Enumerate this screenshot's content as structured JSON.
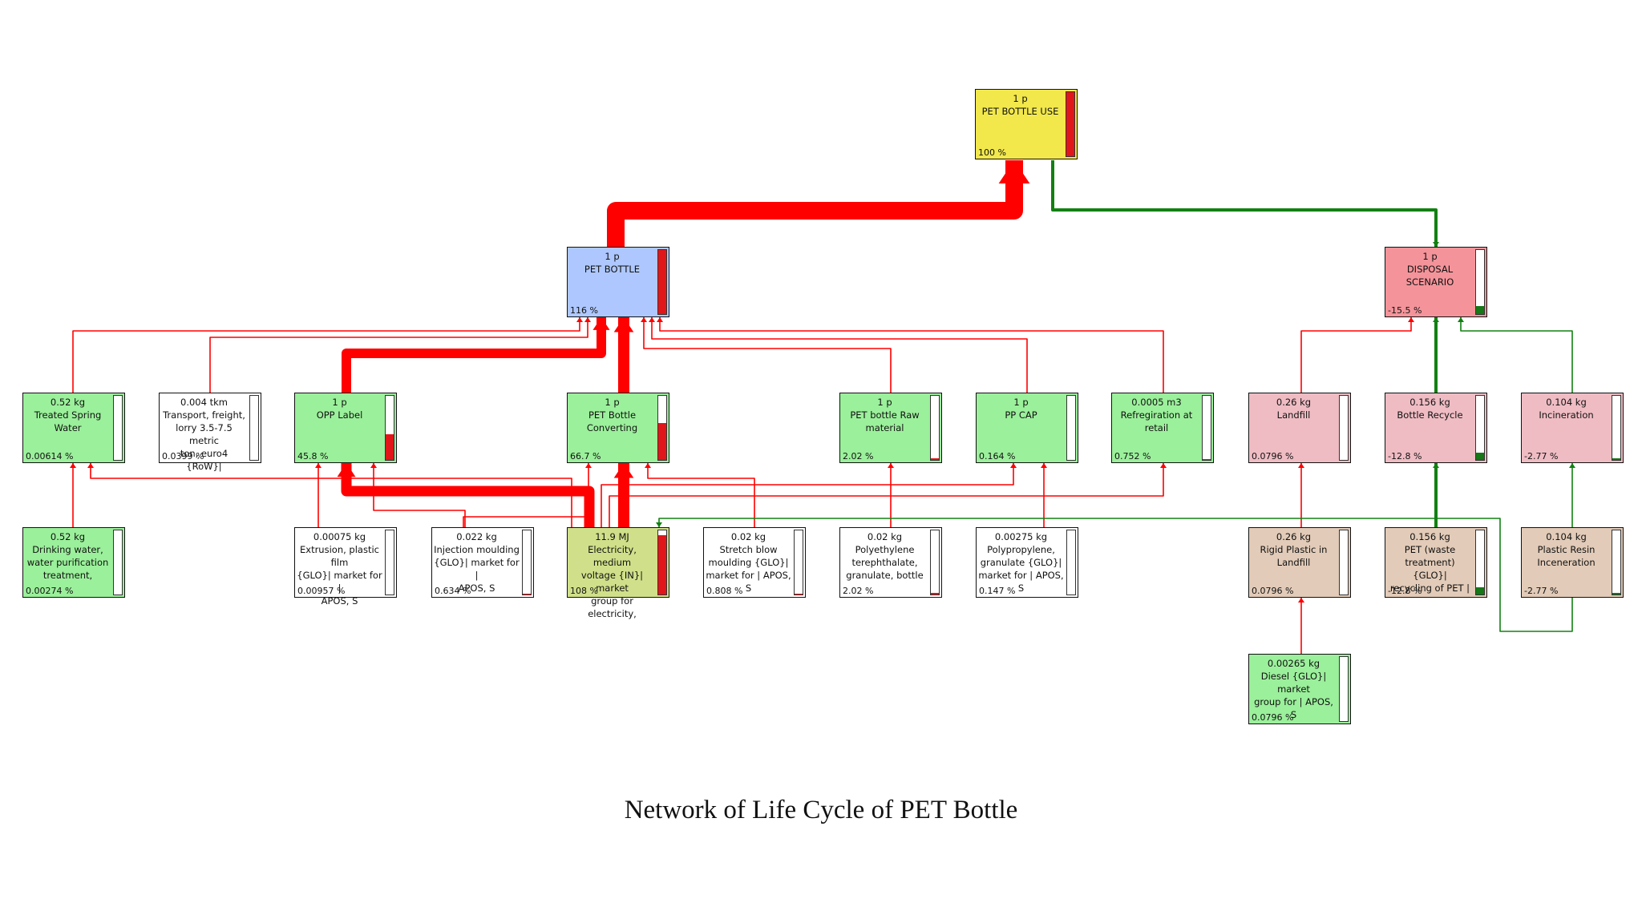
{
  "colors": {
    "impact_link": "#ff0000",
    "credit_link": "#128012",
    "fill_positive": "#e0161a",
    "fill_negative": "#167816"
  },
  "nodes": [
    {
      "id": "pet-bottle-use",
      "amount": "1 p",
      "name": "PET BOTTLE USE",
      "percent": "100 %",
      "share": 1.0,
      "sign": "positive",
      "color": "#f2e84c"
    },
    {
      "id": "pet-bottle",
      "amount": "1 p",
      "name": "PET BOTTLE",
      "percent": "116 %",
      "share": 1.0,
      "sign": "positive",
      "color": "#aec8ff"
    },
    {
      "id": "disposal-scenario",
      "amount": "1 p",
      "name": "DISPOSAL\nSCENARIO",
      "percent": "-15.5 %",
      "share": 0.13,
      "sign": "negative",
      "color": "#f4949a"
    },
    {
      "id": "treated-spring-water",
      "amount": "0.52 kg",
      "name": "Treated Spring Water",
      "percent": "0.00614 %",
      "share": 0.0,
      "sign": "positive",
      "color": "#9bf09b"
    },
    {
      "id": "transport-freight",
      "amount": "0.004 tkm",
      "name": "Transport, freight,\nlorry 3.5-7.5 metric\nton, euro4 {RoW}|",
      "percent": "0.0399 %",
      "share": 0.0,
      "sign": "positive",
      "color": "#ffffff"
    },
    {
      "id": "opp-label",
      "amount": "1 p",
      "name": "OPP Label",
      "percent": "45.8 %",
      "share": 0.4,
      "sign": "positive",
      "color": "#9bf09b"
    },
    {
      "id": "pet-bottle-converting",
      "amount": "1 p",
      "name": "PET Bottle\nConverting",
      "percent": "66.7 %",
      "share": 0.58,
      "sign": "positive",
      "color": "#9bf09b"
    },
    {
      "id": "pet-bottle-raw-material",
      "amount": "1 p",
      "name": "PET bottle Raw\nmaterial",
      "percent": "2.02 %",
      "share": 0.02,
      "sign": "positive",
      "color": "#9bf09b"
    },
    {
      "id": "pp-cap",
      "amount": "1 p",
      "name": "PP CAP",
      "percent": "0.164 %",
      "share": 0.0,
      "sign": "positive",
      "color": "#9bf09b"
    },
    {
      "id": "refrigeration-at-retail",
      "amount": "0.0005 m3",
      "name": "Refregiration at retail",
      "percent": "0.752 %",
      "share": 0.01,
      "sign": "positive",
      "color": "#9bf09b"
    },
    {
      "id": "landfill",
      "amount": "0.26 kg",
      "name": "Landfill",
      "percent": "0.0796 %",
      "share": 0.0,
      "sign": "positive",
      "color": "#efbcc3"
    },
    {
      "id": "bottle-recycle",
      "amount": "0.156 kg",
      "name": "Bottle Recycle",
      "percent": "-12.8 %",
      "share": 0.11,
      "sign": "negative",
      "color": "#efbcc3"
    },
    {
      "id": "incineration",
      "amount": "0.104 kg",
      "name": "Incineration",
      "percent": "-2.77 %",
      "share": 0.02,
      "sign": "negative",
      "color": "#efbcc3"
    },
    {
      "id": "drinking-water",
      "amount": "0.52 kg",
      "name": "Drinking water,\nwater purification\ntreatment,",
      "percent": "0.00274 %",
      "share": 0.0,
      "sign": "positive",
      "color": "#9bf09b"
    },
    {
      "id": "extrusion-plastic-film",
      "amount": "0.00075 kg",
      "name": "Extrusion, plastic film\n{GLO}| market for |\nAPOS, S",
      "percent": "0.00957 %",
      "share": 0.0,
      "sign": "positive",
      "color": "#ffffff"
    },
    {
      "id": "injection-moulding",
      "amount": "0.022 kg",
      "name": "Injection moulding\n{GLO}| market for |\nAPOS, S",
      "percent": "0.634 %",
      "share": 0.01,
      "sign": "positive",
      "color": "#ffffff"
    },
    {
      "id": "electricity-medium-voltage",
      "amount": "11.9 MJ",
      "name": "Electricity, medium\nvoltage {IN}| market\ngroup for electricity,",
      "percent": "108 %",
      "share": 0.93,
      "sign": "positive",
      "color": "#d0e08a"
    },
    {
      "id": "stretch-blow-moulding",
      "amount": "0.02 kg",
      "name": "Stretch blow\nmoulding {GLO}|\nmarket for | APOS, S",
      "percent": "0.808 %",
      "share": 0.01,
      "sign": "positive",
      "color": "#ffffff"
    },
    {
      "id": "polyethylene-terephthalate",
      "amount": "0.02 kg",
      "name": "Polyethylene\nterephthalate,\ngranulate, bottle",
      "percent": "2.02 %",
      "share": 0.02,
      "sign": "positive",
      "color": "#ffffff"
    },
    {
      "id": "polypropylene-granulate",
      "amount": "0.00275 kg",
      "name": "Polypropylene,\ngranulate {GLO}|\nmarket for | APOS, S",
      "percent": "0.147 %",
      "share": 0.0,
      "sign": "positive",
      "color": "#ffffff"
    },
    {
      "id": "rigid-plastic-in-landfill",
      "amount": "0.26 kg",
      "name": "Rigid Plastic in\nLandfill",
      "percent": "0.0796 %",
      "share": 0.0,
      "sign": "positive",
      "color": "#e2cbb8"
    },
    {
      "id": "pet-waste-treatment",
      "amount": "0.156 kg",
      "name": "PET (waste\ntreatment) {GLO}|\nrecycling of PET |",
      "percent": "-12.8 %",
      "share": 0.11,
      "sign": "negative",
      "color": "#e2cbb8"
    },
    {
      "id": "plastic-resin-incineration",
      "amount": "0.104 kg",
      "name": "Plastic Resin\nInceneration",
      "percent": "-2.77 %",
      "share": 0.02,
      "sign": "negative",
      "color": "#e2cbb8"
    },
    {
      "id": "diesel-market-group",
      "amount": "0.00265 kg",
      "name": "Diesel {GLO}| market\ngroup for | APOS, S",
      "percent": "0.0796 %",
      "share": 0.0,
      "sign": "positive",
      "color": "#9bf09b"
    }
  ],
  "caption": "Network of Life Cycle of PET Bottle"
}
